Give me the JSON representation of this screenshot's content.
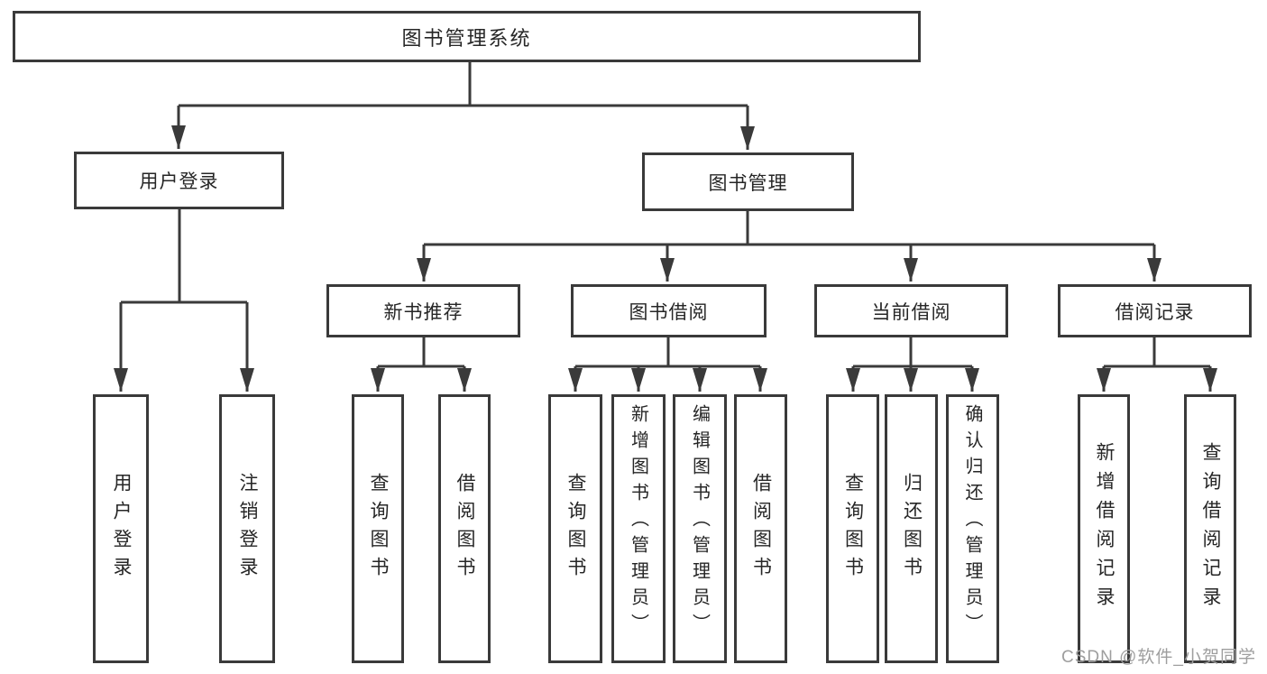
{
  "colors": {
    "line": "#3a3a3a",
    "text": "#262626",
    "watermark": "#9e9e9e",
    "background": "#ffffff"
  },
  "watermark": {
    "label": "CSDN @软件_小贺同学"
  },
  "tree": {
    "root": {
      "label": "图书管理系统"
    },
    "branches": [
      {
        "label": "用户登录",
        "children": [
          {
            "label": "用户登录"
          },
          {
            "label": "注销登录"
          }
        ]
      },
      {
        "label": "图书管理",
        "children": [
          {
            "label": "新书推荐",
            "children": [
              {
                "label": "查询图书"
              },
              {
                "label": "借阅图书"
              }
            ]
          },
          {
            "label": "图书借阅",
            "children": [
              {
                "label": "查询图书"
              },
              {
                "label": "新增图书（管理员）"
              },
              {
                "label": "编辑图书（管理员）"
              },
              {
                "label": "借阅图书"
              }
            ]
          },
          {
            "label": "当前借阅",
            "children": [
              {
                "label": "查询图书"
              },
              {
                "label": "归还图书"
              },
              {
                "label": "确认归还（管理员）"
              }
            ]
          },
          {
            "label": "借阅记录",
            "children": [
              {
                "label": "新增借阅记录"
              },
              {
                "label": "查询借阅记录"
              }
            ]
          }
        ]
      }
    ]
  }
}
